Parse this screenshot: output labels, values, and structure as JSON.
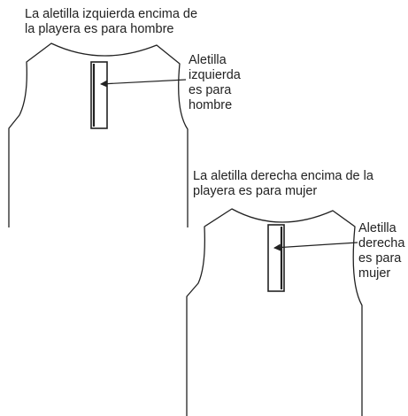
{
  "top_caption": {
    "line1": "La aletilla izquierda encima de",
    "line2": "la playera es para hombre"
  },
  "top_label": {
    "line1": "Aletilla",
    "line2": "izquierda",
    "line3": "es para",
    "line4": "hombre"
  },
  "bottom_caption": {
    "line1": "La aletilla derecha encima de la",
    "line2": "playera es para mujer"
  },
  "bottom_label": {
    "line1": "Aletilla",
    "line2": "derecha",
    "line3": "es para",
    "line4": "mujer"
  },
  "colors": {
    "stroke": "#222222",
    "background": "#ffffff"
  }
}
